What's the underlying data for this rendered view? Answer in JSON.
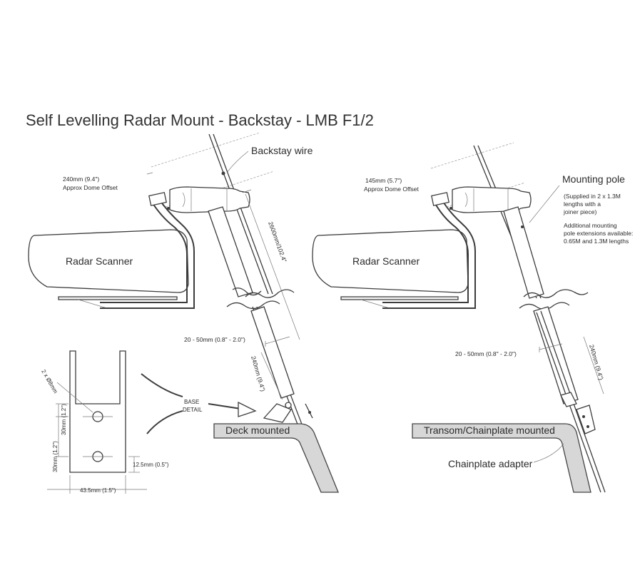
{
  "title": "Self Levelling Radar Mount - Backstay - LMB F1/2",
  "left_panel": {
    "backstay_label": "Backstay wire",
    "offset_value": "240mm (9.4\")",
    "offset_label": "Approx Dome Offset",
    "radar_label": "Radar Scanner",
    "height_dim": "2600mm/102.4\"",
    "gap_dim": "20 - 50mm (0.8\" - 2.0\")",
    "bracket_dim": "240mm (9.4\")",
    "deck_label": "Deck mounted"
  },
  "base_detail": {
    "callout_line1": "BASE",
    "callout_line2": "DETAIL",
    "hole_label": "2 x Ø8mm",
    "top_dim": "30mm (1.2\")",
    "spacing_dim": "30mm (1.2\")",
    "edge_dim": "12.5mm (0.5\")",
    "width_dim": "43.5mm (1.5\")"
  },
  "right_panel": {
    "offset_value": "145mm (5.7\")",
    "offset_label": "Approx Dome Offset",
    "pole_label": "Mounting pole",
    "pole_note_1": "(Supplied in 2 x 1.3M",
    "pole_note_2": "lengths with a",
    "pole_note_3": "joiner piece)",
    "ext_note_1": "Additional mounting",
    "ext_note_2": "pole extensions available:",
    "ext_note_3": "0.65M and 1.3M lengths",
    "radar_label": "Radar Scanner",
    "gap_dim": "20 - 50mm (0.8\" - 2.0\")",
    "bracket_dim": "240mm (9.4\")",
    "transom_label": "Transom/Chainplate mounted",
    "adapter_label": "Chainplate adapter"
  }
}
